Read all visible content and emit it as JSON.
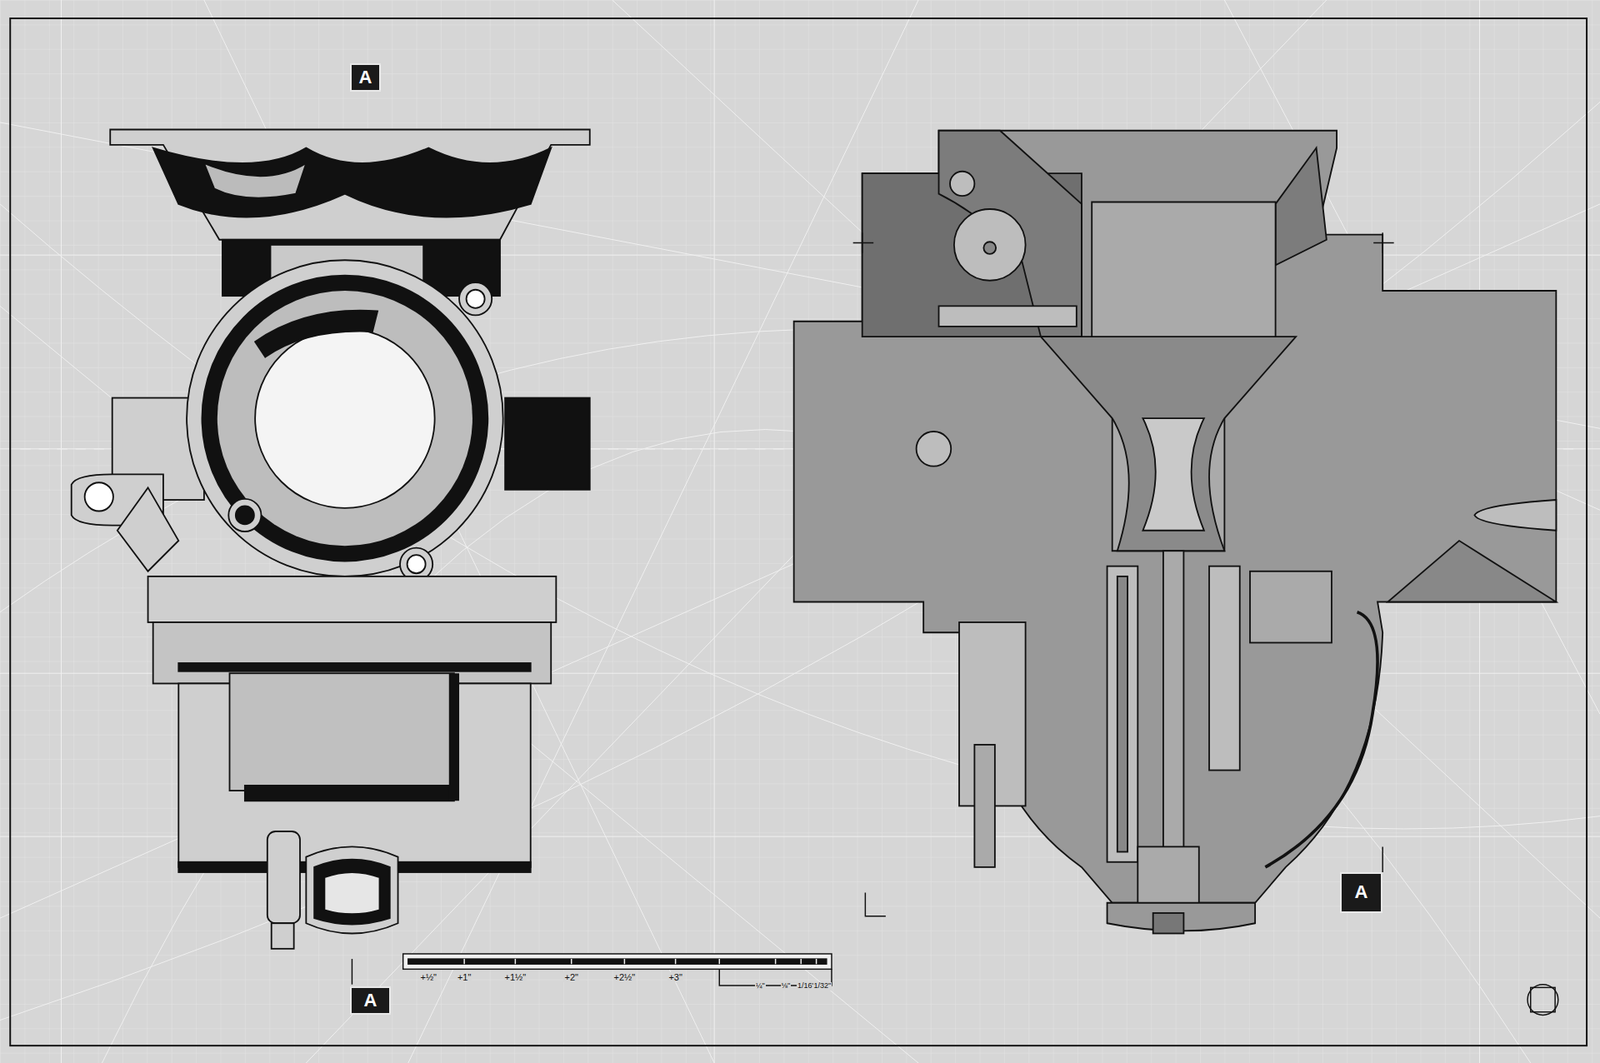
{
  "diagram": {
    "nodes": [
      {
        "text": [
          "A"
        ]
      },
      {
        "text": [
          "A"
        ]
      },
      {
        "text": [
          "A"
        ]
      }
    ],
    "labels": [
      "+½\"",
      "+1\"",
      "+1½\"",
      "+2\"",
      "+2½\"",
      "+3\"",
      "¼\"",
      "⅛\"",
      "1/16\"",
      "1/32\""
    ]
  }
}
